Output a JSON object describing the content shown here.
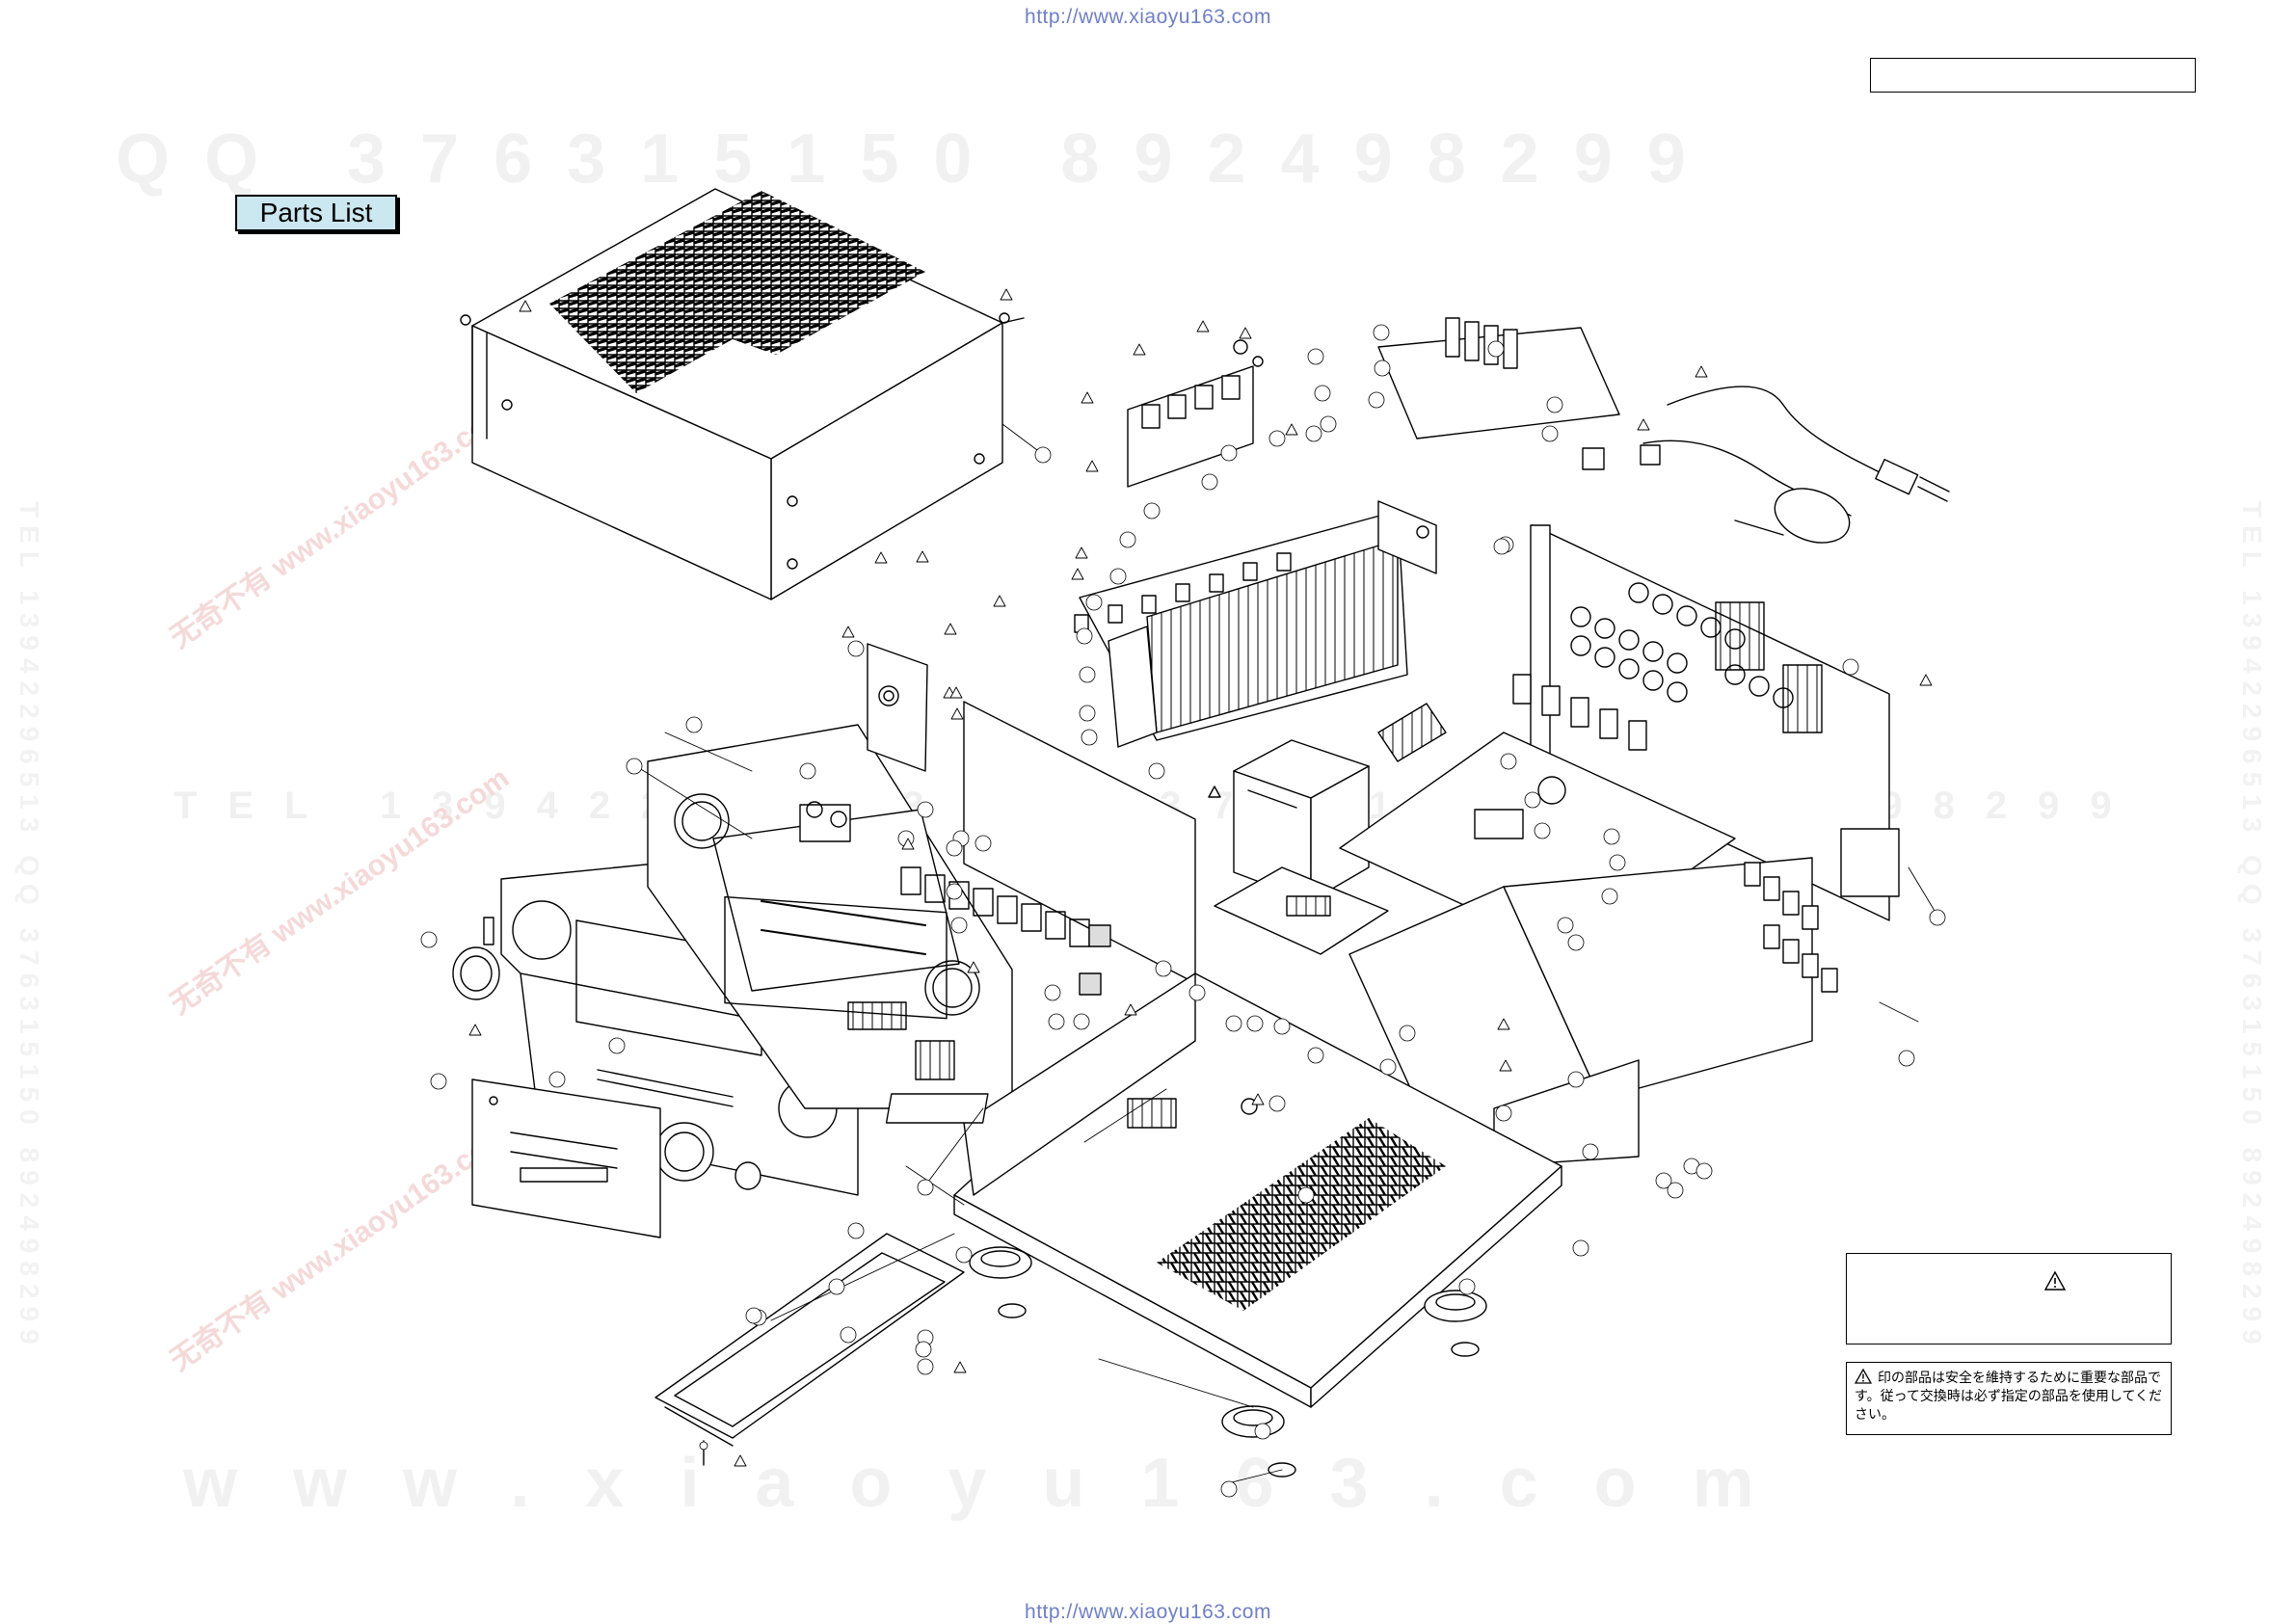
{
  "urls": {
    "top": "http://www.xiaoyu163.com",
    "bottom": "http://www.xiaoyu163.com"
  },
  "section_label": "Parts List",
  "watermarks": {
    "row1": "QQ 376315150  892498299",
    "row2": "www.xiaoyu163.com",
    "row3": "TEL 13942296513  QQ 376315150  892498299",
    "side_left": "TEL 13942296513 QQ 376315150 892498299",
    "side_right": "TEL 13942296513 QQ 376315150 892498299",
    "seal": "无奇不有 www.xiaoyu163.com"
  },
  "safety_note": "印の部品は安全を維持するために重要な部品です。従って交換時は必ず指定の部品を使用してください。",
  "icons": {
    "warning": "warning-triangle-icon"
  },
  "colors": {
    "url_blue": "#6f7fc9",
    "label_bg": "#cbe7ef",
    "line": "#000000"
  }
}
